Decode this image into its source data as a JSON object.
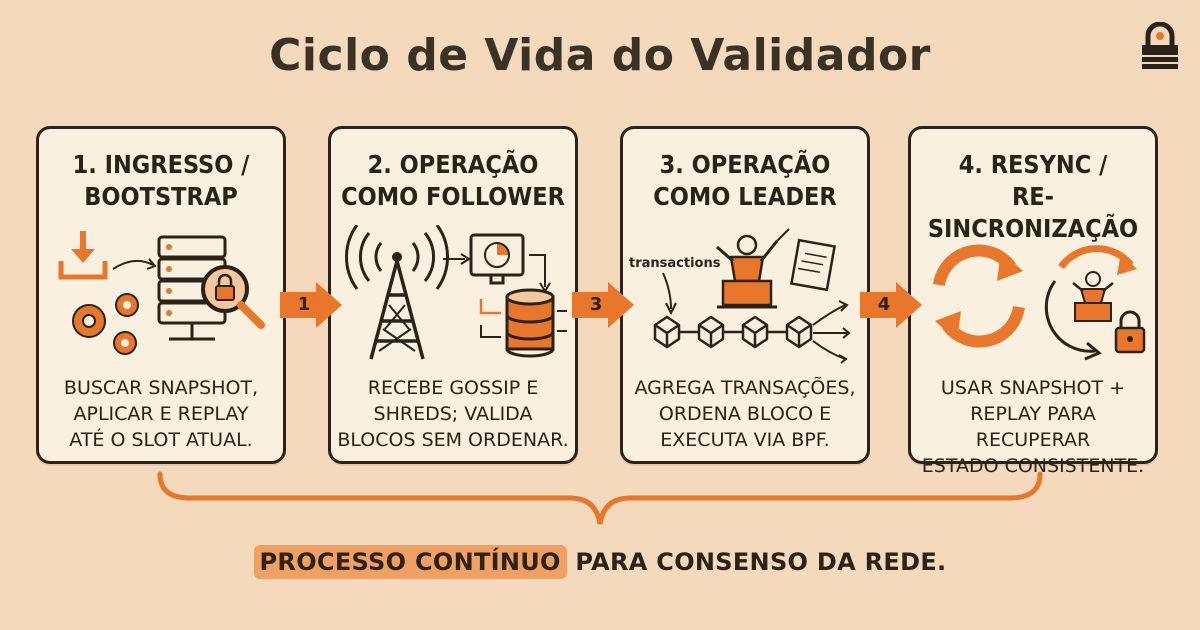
{
  "title": "Ciclo de Vida do Validador",
  "colors": {
    "accent": "#e8762b",
    "ink": "#2b2218",
    "card": "#faf0df",
    "background": "#f5d9bd",
    "highlight": "#f0a062"
  },
  "stages": [
    {
      "title_line1": "1. INGRESSO /",
      "title_line2": "BOOTSTRAP",
      "desc": [
        "BUSCAR SNAPSHOT,",
        "APLICAR E REPLAY",
        "ATÉ O SLOT ATUAL."
      ],
      "icons": [
        "download-icon",
        "gear-icon",
        "server-rack-icon",
        "lock-icon",
        "magnifier-icon"
      ]
    },
    {
      "title_line1": "2. OPERAÇÃO",
      "title_line2": "COMO FOLLOWER",
      "desc": [
        "RECEBE GOSSIP E",
        "SHREDS; VALIDA",
        "BLOCOS SEM ORDENAR."
      ],
      "icons": [
        "antenna-tower-icon",
        "monitor-chart-icon",
        "database-icon"
      ]
    },
    {
      "title_line1": "3. OPERAÇÃO",
      "title_line2": "COMO LEADER",
      "desc": [
        "AGREGA TRANSAÇÕES,",
        "ORDENA BLOCO E",
        "EXECUTA VIA BPF."
      ],
      "icon_label": "transactions",
      "icons": [
        "conductor-icon",
        "sheet-music-icon",
        "block-chain-icon"
      ]
    },
    {
      "title_line1": "4. RESYNC /",
      "title_line2": "RE-SINCRONIZAÇÃO",
      "desc": [
        "USAR SNAPSHOT +",
        "REPLAY PARA RECUPERAR",
        "ESTADO CONSISTENTE."
      ],
      "icons": [
        "sync-arrows-icon",
        "leader-podium-icon",
        "lock-icon"
      ]
    }
  ],
  "arrows": [
    "1",
    "3",
    "4"
  ],
  "footer": {
    "highlight": "PROCESSO CONTÍNUO",
    "rest": " PARA CONSENSO DA REDE."
  }
}
